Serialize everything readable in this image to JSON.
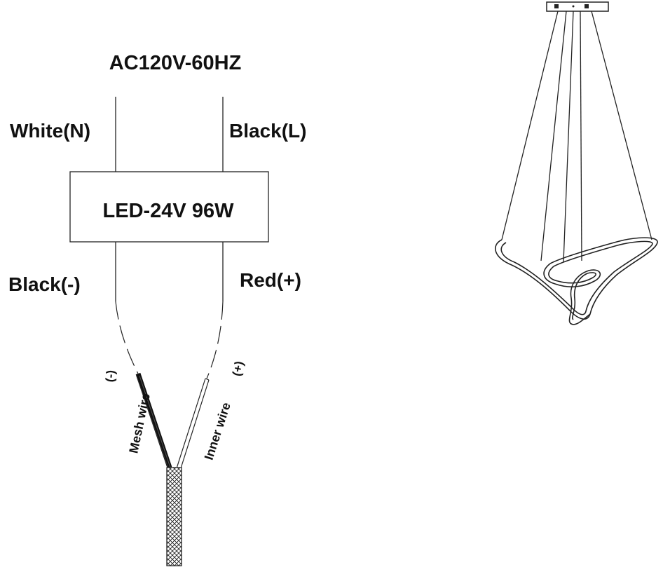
{
  "supply": "AC120V-60HZ",
  "input_wires": {
    "neutral": "White(N)",
    "live": "Black(L)"
  },
  "driver": "LED-24V 96W",
  "output_wires": {
    "negative": "Black(-)",
    "positive": "Red(+)"
  },
  "cable": {
    "mesh_wire": "Mesh wire",
    "mesh_polarity": "(-)",
    "inner_wire": "Inner wire",
    "inner_polarity": "(+)"
  }
}
